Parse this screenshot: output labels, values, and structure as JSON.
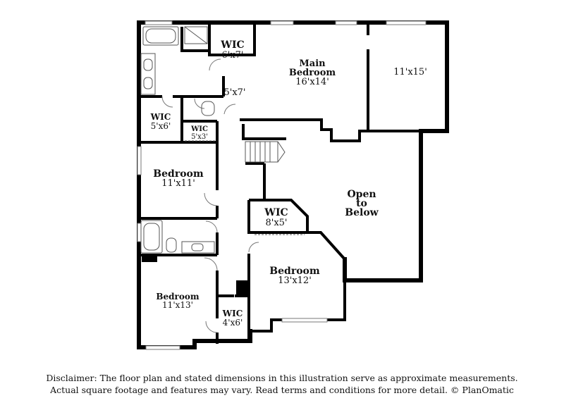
{
  "rooms": {
    "wic_top": {
      "name": "WIC",
      "dim": "6'x7'"
    },
    "main_bedroom": {
      "name": "Main",
      "name2": "Bedroom",
      "dim": "16'x14'"
    },
    "sitting": {
      "dim": "11'x15'"
    },
    "hall": {
      "dim": "5'x7'"
    },
    "wic_left": {
      "name": "WIC",
      "dim": "5'x6'"
    },
    "wic_small": {
      "name": "WIC",
      "dim": "5'x3'"
    },
    "bedroom_a": {
      "name": "Bedroom",
      "dim": "11'x11'"
    },
    "open_below": {
      "line1": "Open",
      "line2": "to",
      "line3": "Below"
    },
    "wic_mid": {
      "name": "WIC",
      "dim": "8'x5'"
    },
    "bedroom_b": {
      "name": "Bedroom",
      "dim": "13'x12'"
    },
    "bedroom_c": {
      "name": "Bedroom",
      "dim": "11'x13'"
    },
    "wic_bottom": {
      "name": "WIC",
      "dim": "4'x6'"
    }
  },
  "disclaimer": {
    "line1": "Disclaimer: The floor plan and stated dimensions in this illustration serve as approximate measurements.",
    "line2": "Actual square footage and features may vary. Read terms and conditions for more detail. © PlanOmatic"
  }
}
